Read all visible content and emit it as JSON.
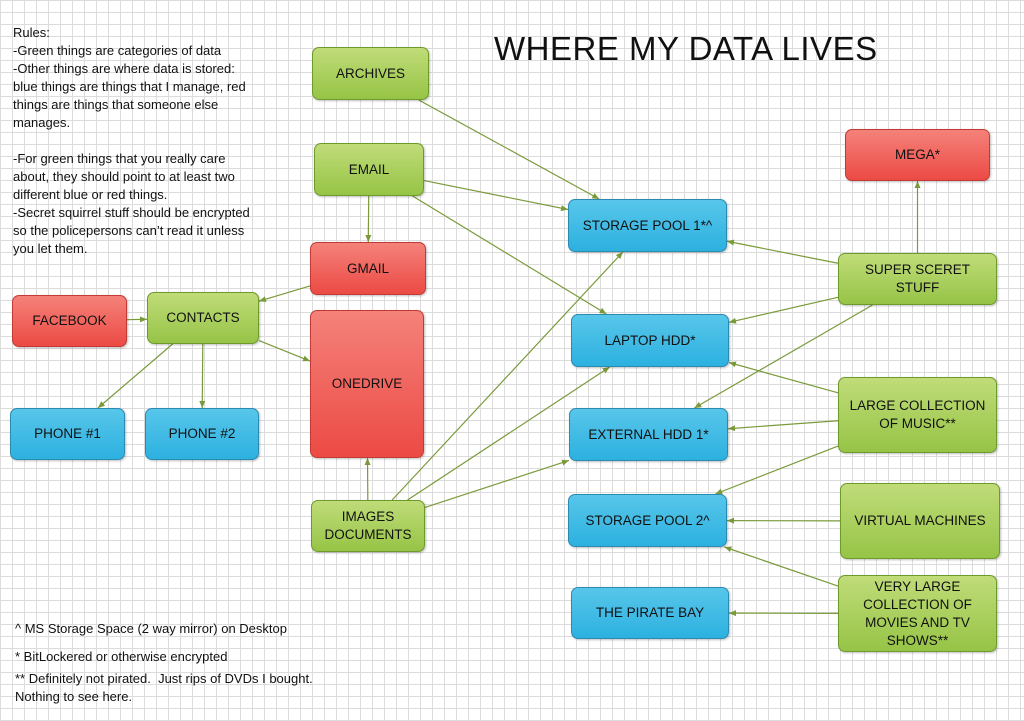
{
  "title": "WHERE MY DATA LIVES",
  "rules": "Rules:\n-Green things are categories of data\n-Other things are where data is stored: blue things are things that I manage, red things are things that someone else manages.\n\n-For green things that you really care about, they should point to at least two different blue or red things.\n-Secret squirrel stuff should be encrypted so the policepersons can’t read it unless you let them.",
  "footnotes": {
    "caret": "^ MS Storage Space (2 way mirror) on Desktop",
    "star": "* BitLockered or otherwise encrypted",
    "double_star": "** Definitely not pirated.  Just rips of DVDs I bought.  Nothing to see here."
  },
  "colors": {
    "category": "#a6cc5a",
    "managed_by_me": "#3ebbe4",
    "managed_by_others": "#ef625c",
    "edge": "#7a9a3a"
  },
  "nodes": {
    "archives": "ARCHIVES",
    "email": "EMAIL",
    "gmail": "GMAIL",
    "onedrive": "ONEDRIVE",
    "facebook": "FACEBOOK",
    "contacts": "CONTACTS",
    "phone1": "PHONE #1",
    "phone2": "PHONE #2",
    "images": "IMAGES\nDOCUMENTS",
    "pool1": "STORAGE POOL  1*^",
    "laptop": "LAPTOP HDD*",
    "exthdd": "EXTERNAL HDD 1*",
    "pool2": "STORAGE POOL  2^",
    "piratebay": "THE PIRATE BAY",
    "mega": "MEGA*",
    "secret": "SUPER SCERET STUFF",
    "music": "LARGE COLLECTION\nOF MUSIC**",
    "vms": "VIRTUAL MACHINES",
    "movies": "VERY LARGE\nCOLLECTION OF\nMOVIES AND TV\nSHOWS**"
  },
  "edges": [
    [
      "archives",
      "pool1"
    ],
    [
      "email",
      "pool1"
    ],
    [
      "email",
      "laptop"
    ],
    [
      "email",
      "gmail"
    ],
    [
      "gmail",
      "contacts"
    ],
    [
      "facebook",
      "contacts"
    ],
    [
      "contacts",
      "onedrive"
    ],
    [
      "contacts",
      "phone1"
    ],
    [
      "contacts",
      "phone2"
    ],
    [
      "images",
      "onedrive"
    ],
    [
      "images",
      "pool1"
    ],
    [
      "images",
      "laptop"
    ],
    [
      "images",
      "exthdd"
    ],
    [
      "secret",
      "mega"
    ],
    [
      "secret",
      "pool1"
    ],
    [
      "secret",
      "laptop"
    ],
    [
      "secret",
      "exthdd"
    ],
    [
      "music",
      "laptop"
    ],
    [
      "music",
      "exthdd"
    ],
    [
      "music",
      "pool2"
    ],
    [
      "vms",
      "pool2"
    ],
    [
      "movies",
      "pool2"
    ],
    [
      "movies",
      "piratebay"
    ]
  ]
}
